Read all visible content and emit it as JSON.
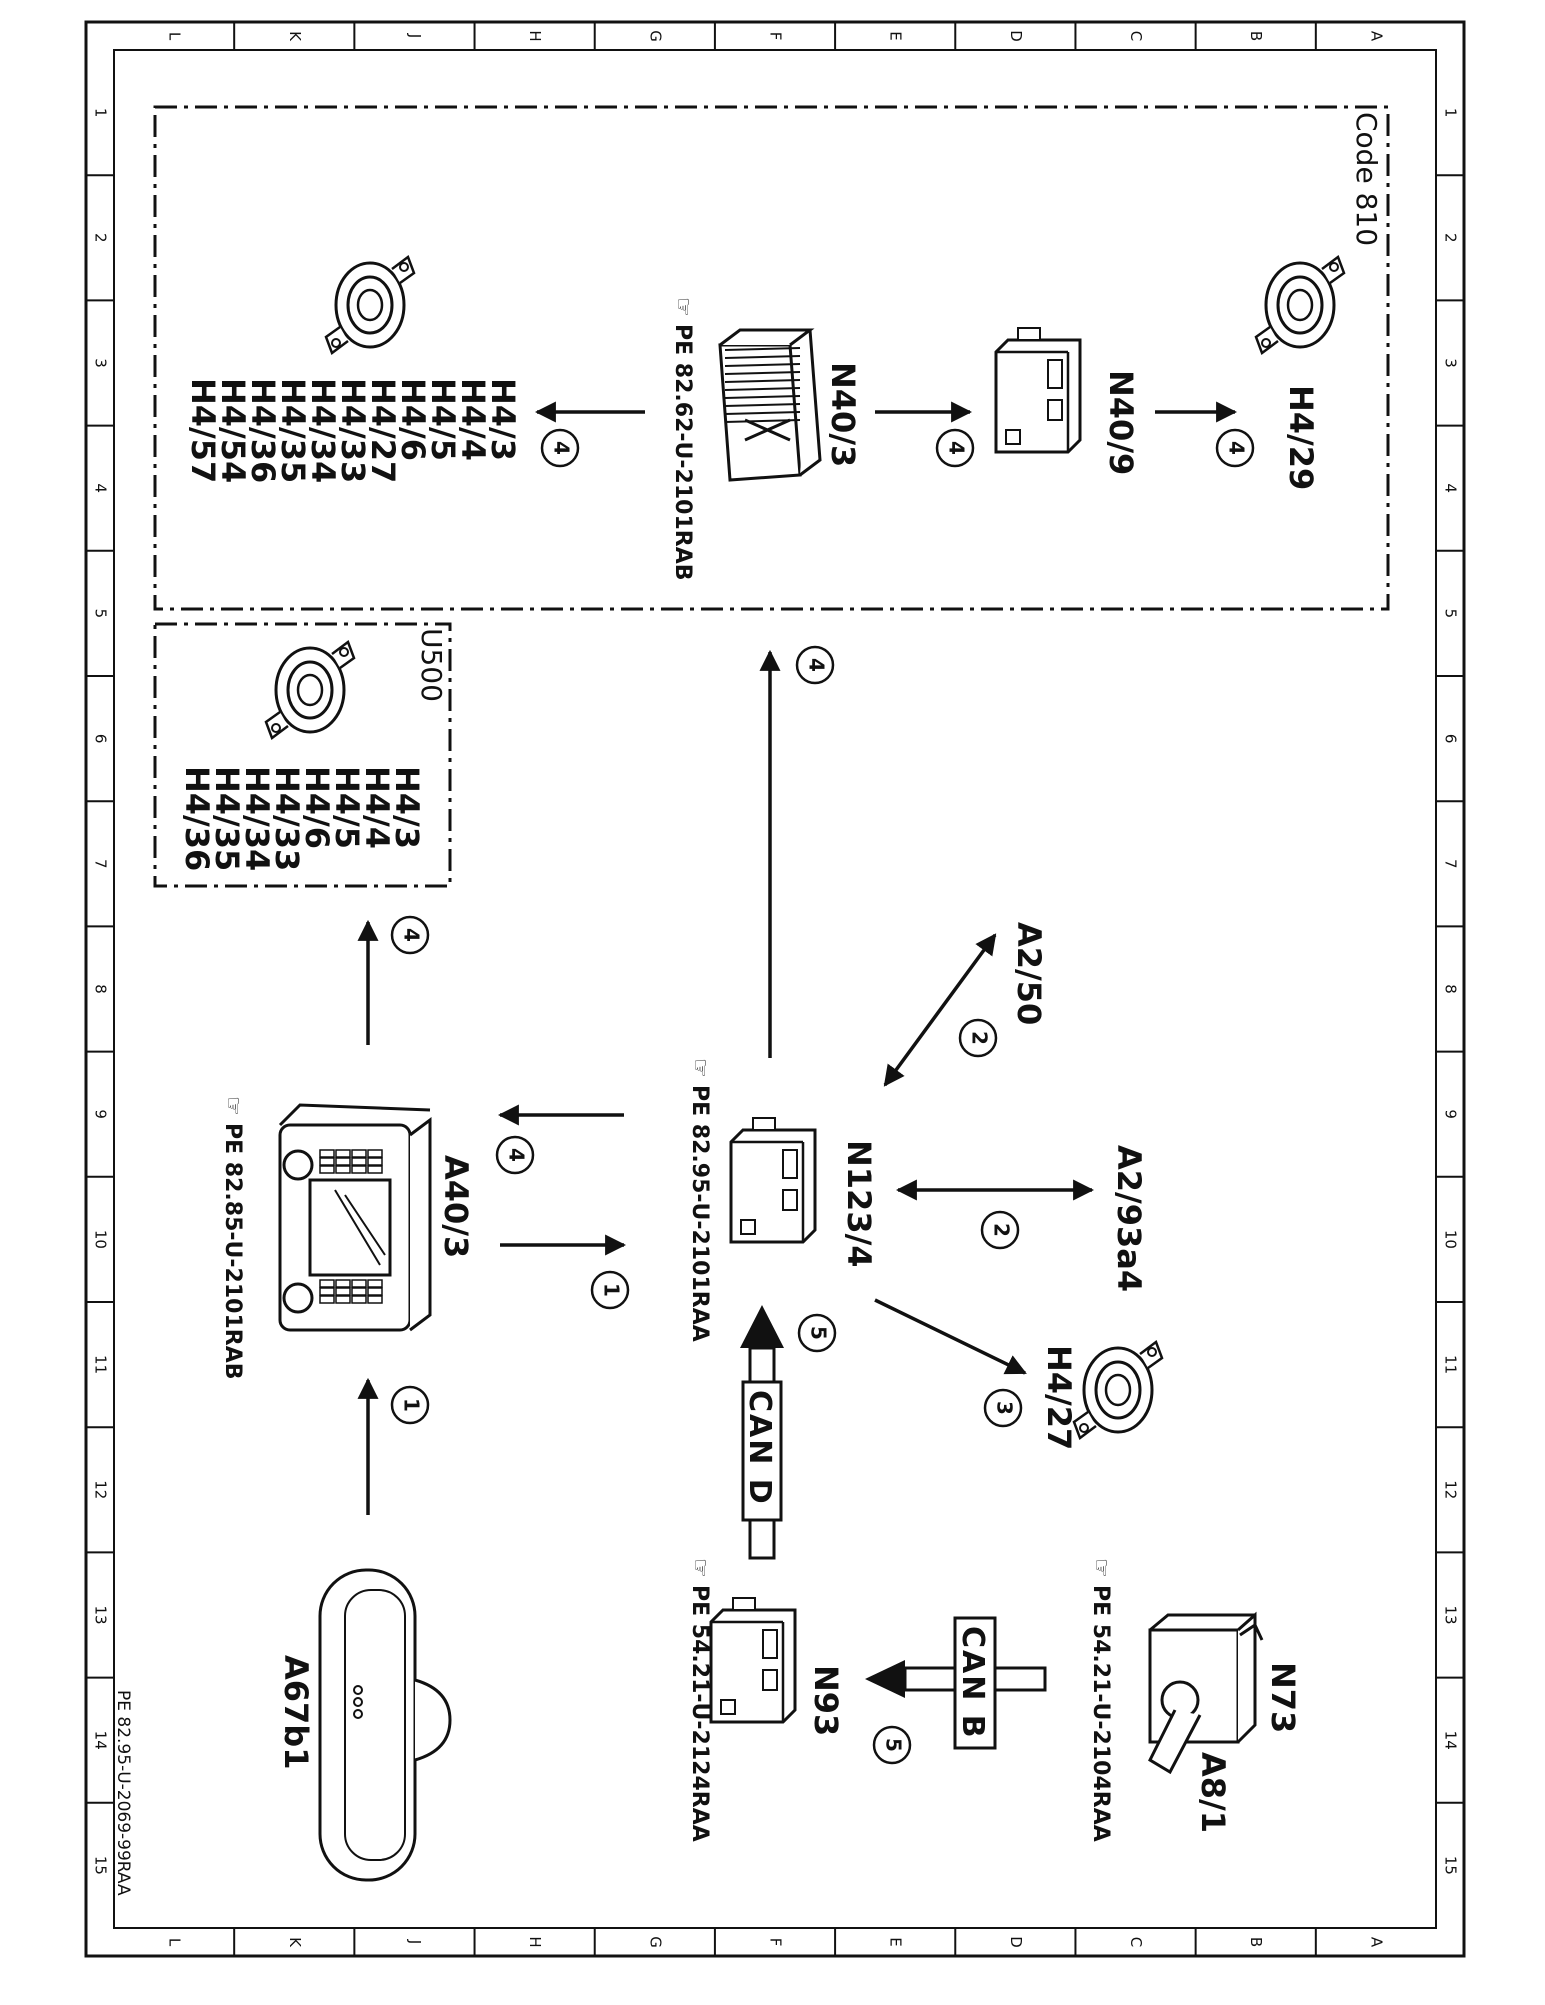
{
  "diagram": {
    "doc_number": "PE 82.95-U-2069-99RAA",
    "grid": {
      "letters": [
        "L",
        "K",
        "J",
        "H",
        "G",
        "F",
        "E",
        "D",
        "C",
        "B",
        "A"
      ],
      "numbers": [
        "1",
        "2",
        "3",
        "4",
        "5",
        "6",
        "7",
        "8",
        "9",
        "10",
        "11",
        "12",
        "13",
        "14",
        "15"
      ]
    },
    "zones": {
      "code810": "Code 810",
      "u500": "U500"
    },
    "components": {
      "N123_4": "N123/4",
      "A40_3": "A40/3",
      "A67b1": "A67b1",
      "N40_3": "N40/3",
      "N40_9": "N40/9",
      "H4_29": "H4/29",
      "A2_50": "A2/50",
      "A2_93a4": "A2/93a4",
      "H4_27": "H4/27",
      "N93": "N93",
      "N73": "N73",
      "A8_1": "A8/1"
    },
    "refs": {
      "n123_4": "PE 82.95-U-2101RAA",
      "a40_3": "PE 82.85-U-2101RAB",
      "n40_3": "PE 82.62-U-2101RAB",
      "n93": "PE 54.21-U-2124RAA",
      "n73": "PE 54.21-U-2104RAA"
    },
    "buses": {
      "can_d": "CAN D",
      "can_b": "CAN B"
    },
    "speaker_lists": {
      "code810": [
        "H4/3",
        "H4/4",
        "H4/5",
        "H4/6",
        "H4/27",
        "H4/33",
        "H4/34",
        "H4/35",
        "H4/36",
        "H4/54",
        "H4/57"
      ],
      "u500": [
        "H4/3",
        "H4/4",
        "H4/5",
        "H4/6",
        "H4/33",
        "H4/34",
        "H4/35",
        "H4/36"
      ]
    },
    "signal_numbers": {
      "s_n40_9_h4_29": "4",
      "s_n40_3_n40_9": "4",
      "s_n40_3_list": "4",
      "s_n123_n40_3": "4",
      "s_a40_u500": "4",
      "s_n123_a2_50": "2",
      "s_n123_a40": "4",
      "s_n123_a2_93": "2",
      "s_a40_n123": "1",
      "s_n123_h4_27": "3",
      "s_a67_a40": "1",
      "s_can_d": "5",
      "s_can_b": "5"
    }
  }
}
